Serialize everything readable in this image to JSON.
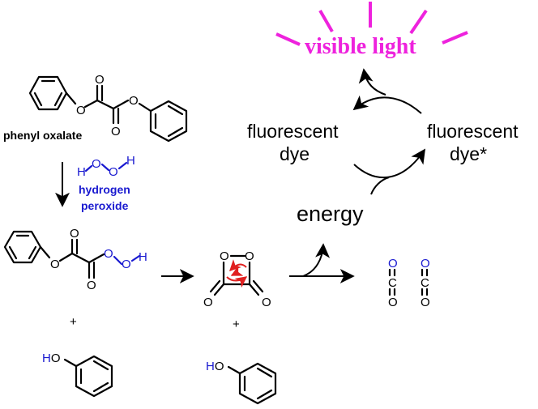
{
  "labels": {
    "phenyl_oxalate": "phenyl oxalate",
    "hydrogen": "hydrogen",
    "peroxide": "peroxide",
    "fluorescent_left": "fluorescent",
    "dye_left": "dye",
    "fluorescent_right": "fluorescent",
    "dye_star": "dye*",
    "energy": "energy",
    "visible_light": "visible light",
    "plus": "+"
  },
  "atoms": {
    "O": "O",
    "H": "H",
    "C": "C",
    "HO": "H",
    "HO_o": "O"
  },
  "colors": {
    "black": "#000000",
    "blue": "#1a1ad0",
    "magenta": "#ee22dd",
    "red": "#e02020"
  }
}
